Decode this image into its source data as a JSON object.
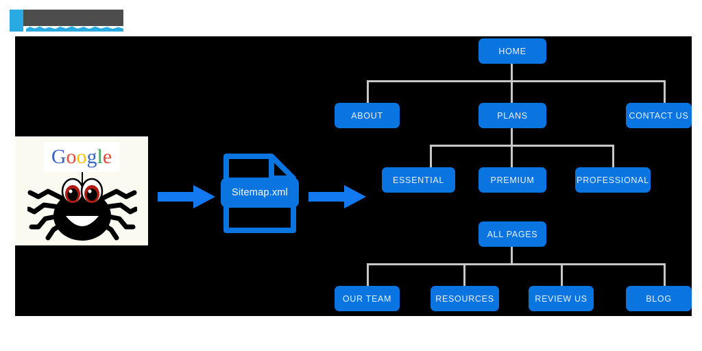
{
  "logo": {
    "alt": "site-logo-redacted",
    "accent_color": "#29ABE2",
    "block_color": "#4D4D4D"
  },
  "canvas": {
    "background_color": "#000000",
    "connector_color": "#C8C8C8"
  },
  "flow": {
    "crawler": {
      "label": "Google",
      "letters": [
        {
          "char": "G",
          "color": "#3B64C4"
        },
        {
          "char": "o",
          "color": "#DD4B39"
        },
        {
          "char": "o",
          "color": "#F4C20D"
        },
        {
          "char": "g",
          "color": "#3B64C4"
        },
        {
          "char": "l",
          "color": "#3AA757"
        },
        {
          "char": "e",
          "color": "#DD4B39"
        }
      ],
      "icon": "google-spider-crawler",
      "panel_background": "#FAFAF0"
    },
    "arrow_1": {
      "icon": "arrow-right-icon",
      "color": "#1379F0"
    },
    "sitemap_file": {
      "label": "Sitemap.xml",
      "icon": "xml-file-icon",
      "color": "#0A74E0"
    },
    "arrow_2": {
      "icon": "arrow-right-icon",
      "color": "#1379F0"
    }
  },
  "tree": {
    "node_color": "#0A74E0",
    "node_text_color": "#E8F2FD",
    "levels": [
      {
        "name": "root",
        "nodes": [
          {
            "id": "home",
            "label": "HOME"
          }
        ]
      },
      {
        "name": "primary",
        "nodes": [
          {
            "id": "about",
            "label": "ABOUT"
          },
          {
            "id": "plans",
            "label": "PLANS"
          },
          {
            "id": "contact-us",
            "label": "CONTACT US"
          }
        ]
      },
      {
        "name": "plans-children",
        "nodes": [
          {
            "id": "essential",
            "label": "ESSENTIAL"
          },
          {
            "id": "premium",
            "label": "PREMIUM"
          },
          {
            "id": "professional",
            "label": "PROFESSIONAL"
          }
        ]
      },
      {
        "name": "all-pages",
        "nodes": [
          {
            "id": "all-pages",
            "label": "ALL PAGES"
          }
        ]
      },
      {
        "name": "all-pages-children",
        "nodes": [
          {
            "id": "our-team",
            "label": "OUR TEAM"
          },
          {
            "id": "resources",
            "label": "RESOURCES"
          },
          {
            "id": "review-us",
            "label": "REVIEW US"
          },
          {
            "id": "blog",
            "label": "BLOG"
          }
        ]
      }
    ]
  }
}
